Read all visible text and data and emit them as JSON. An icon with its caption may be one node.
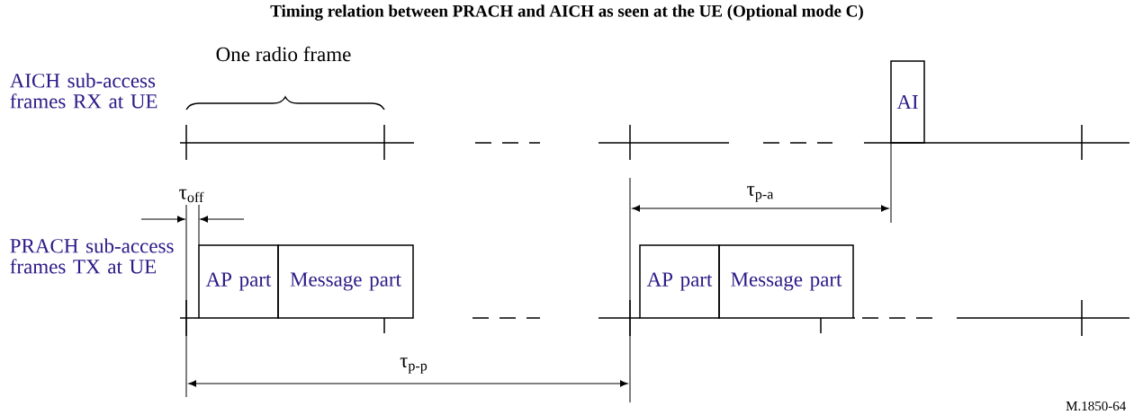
{
  "diagram": {
    "title": "Timing relation between PRACH and AICH as seen at the UE (Optional mode C)",
    "nodes": [
      {
        "text": [
          "AP part"
        ]
      },
      {
        "text": [
          "Message part"
        ]
      },
      {
        "text": [
          "AP part"
        ]
      },
      {
        "text": [
          "Message part"
        ]
      },
      {
        "text": [
          "AI"
        ]
      }
    ],
    "labels": [
      "One radio frame",
      "AICH sub-access frames RX at UE",
      "τ$_{p-a}$",
      "τ$_{off}$",
      "PRACH sub-access frames TX at UE",
      "τ$_{p-p}$",
      "M.1850-64"
    ]
  }
}
